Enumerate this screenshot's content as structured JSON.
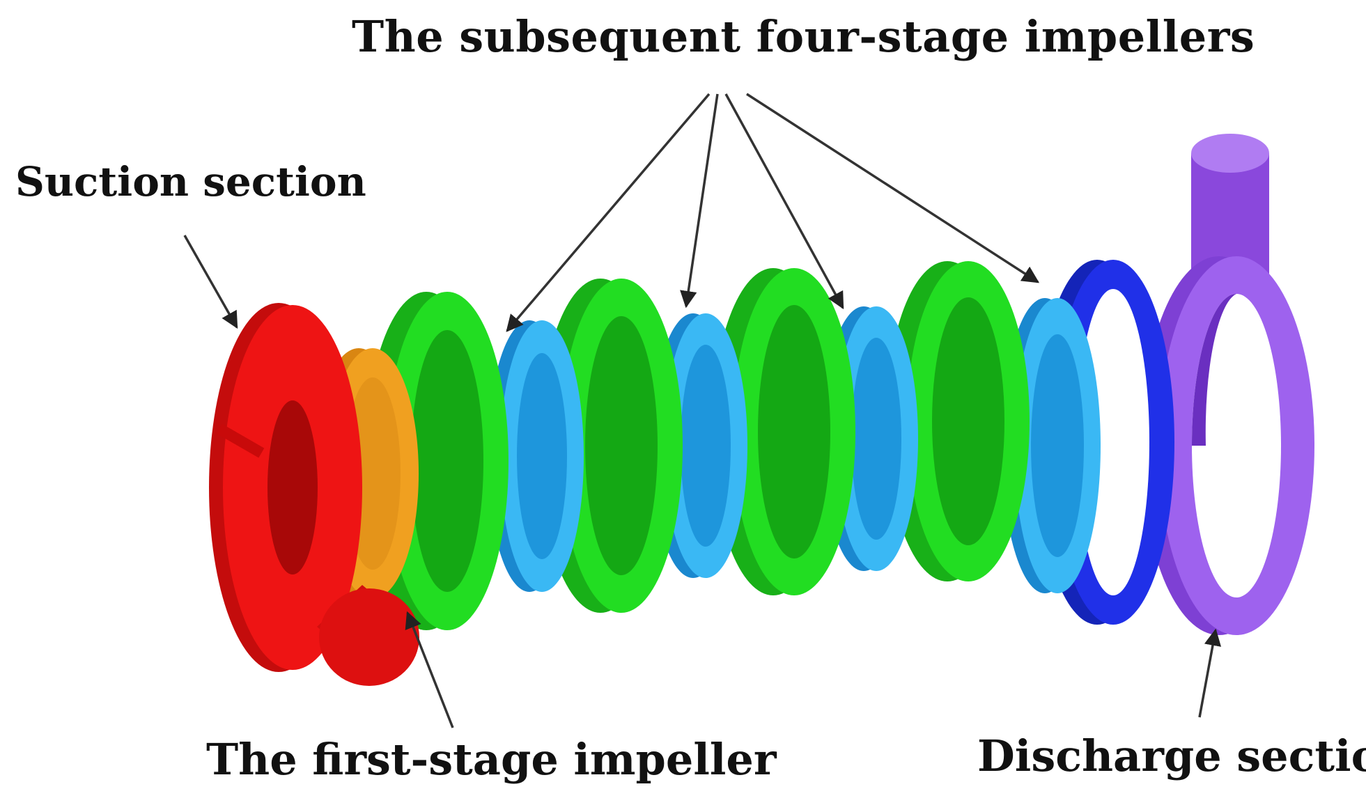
{
  "labels": {
    "subsequent_impellers": "The subsequent four-stage impellers",
    "suction_section": "Suction section",
    "first_stage_impeller": "The first-stage impeller",
    "discharge_section": "Discharge section"
  },
  "colors": {
    "suction": "#ee1111",
    "first_stage": "#f0a020",
    "guide_vane": "#22dd22",
    "impeller": "#2aaaf0",
    "last_ring": "#1f2fe0",
    "discharge": "#9a5ae8",
    "arrow": "#333333"
  }
}
